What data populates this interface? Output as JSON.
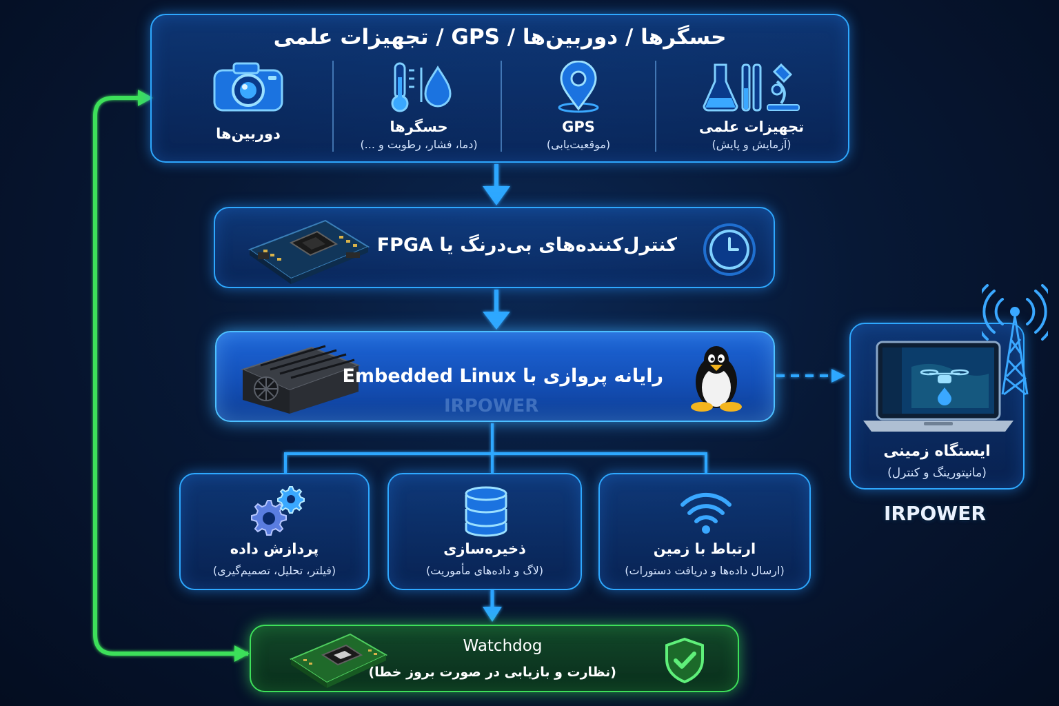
{
  "top": {
    "title": "حسگرها / دوربین‌ها / GPS / تجهیزات علمی",
    "items": [
      {
        "label": "دوربین‌ها",
        "sub": ""
      },
      {
        "label": "حسگرها",
        "sub": "(دما، فشار، رطوبت و ...)"
      },
      {
        "label": "GPS",
        "sub": "(موقعیت‌یابی)"
      },
      {
        "label": "تجهیزات علمی",
        "sub": "(آزمایش و پایش)"
      }
    ]
  },
  "controller": {
    "label": "کنترل‌کننده‌های بی‌درنگ یا FPGA"
  },
  "computer": {
    "label": "رایانه پروازی با Embedded Linux"
  },
  "watermark": "IRPOWER",
  "ground": {
    "label": "ایستگاه زمینی",
    "sub": "(مانیتورینگ و کنترل)"
  },
  "modules": [
    {
      "label": "پردازش داده",
      "sub": "(فیلتر، تحلیل، تصمیم‌گیری)"
    },
    {
      "label": "ذخیره‌سازی",
      "sub": "(لاگ و داده‌های مأموریت)"
    },
    {
      "label": "ارتباط با زمین",
      "sub": "(ارسال داده‌ها و دریافت دستورات)"
    }
  ],
  "watchdog": {
    "title": "Watchdog",
    "sub": "(نظارت و بازیابی در صورت بروز خطا)"
  },
  "colors": {
    "accent": "#2ea8ff",
    "green": "#3ee05a",
    "background": "#071835"
  }
}
